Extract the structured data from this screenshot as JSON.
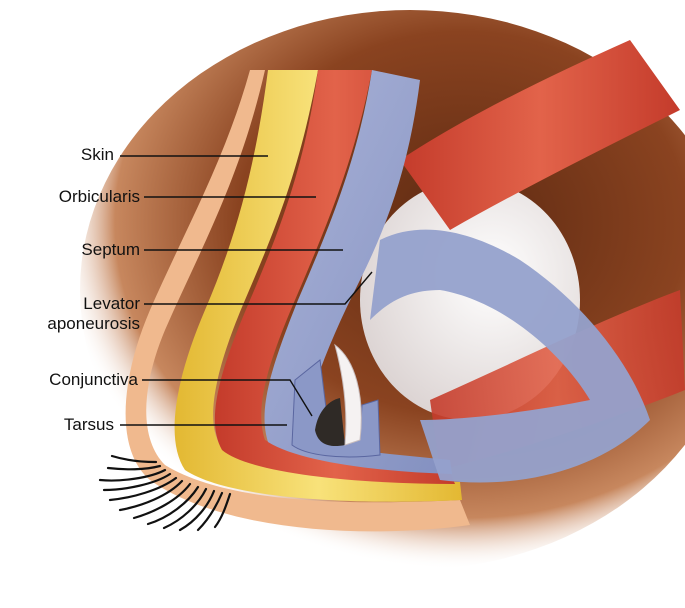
{
  "labels": {
    "skin": "Skin",
    "orbicularis": "Orbicularis",
    "septum": "Septum",
    "levator_line1": "Levator",
    "levator_line2": "aponeurosis",
    "conjunctiva": "Conjunctiva",
    "tarsus": "Tarsus"
  },
  "colors": {
    "background_brown": "#7a3b1c",
    "skin_yellow": "#f2d24a",
    "muscle_red": "#d8553f",
    "septum_blue": "#9aa6cf",
    "eyeball_white": "#f1eeee",
    "iris_dark": "#2f2a26",
    "lash_black": "#111111"
  }
}
